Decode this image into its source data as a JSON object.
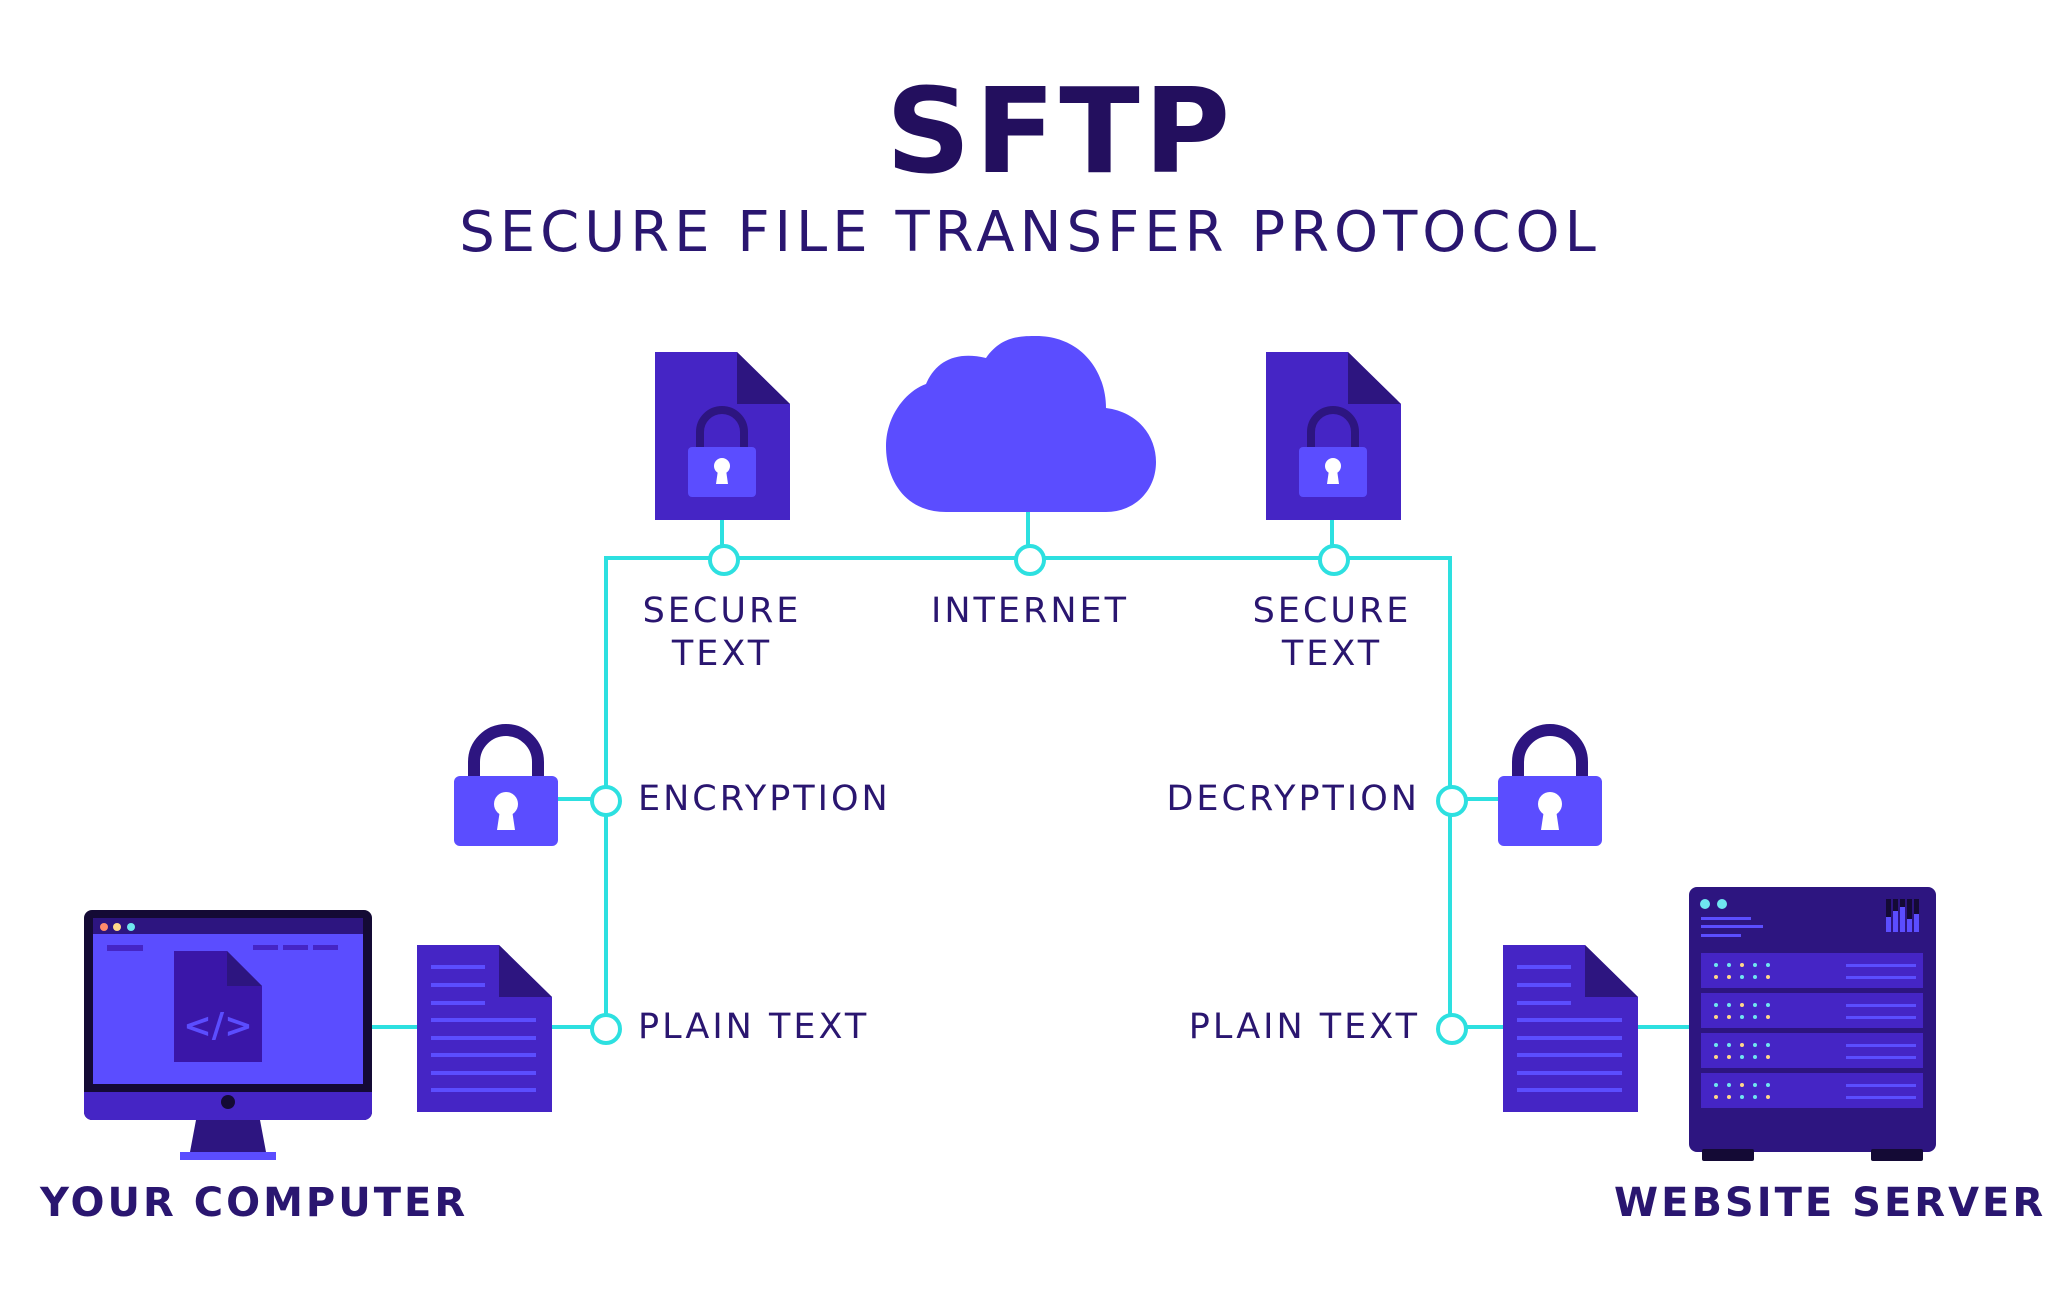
{
  "header": {
    "title": "SFTP",
    "subtitle": "SECURE FILE TRANSFER PROTOCOL"
  },
  "nodes": {
    "secure_text_left": {
      "line1": "SECURE",
      "line2": "TEXT",
      "icon": "locked-file-icon"
    },
    "internet": {
      "label": "INTERNET",
      "icon": "cloud-icon"
    },
    "secure_text_right": {
      "line1": "SECURE",
      "line2": "TEXT",
      "icon": "locked-file-icon"
    },
    "encryption": {
      "label": "ENCRYPTION",
      "icon": "padlock-icon"
    },
    "decryption": {
      "label": "DECRYPTION",
      "icon": "padlock-icon"
    },
    "plain_text_left": {
      "label": "PLAIN TEXT",
      "icon": "document-icon"
    },
    "plain_text_right": {
      "label": "PLAIN TEXT",
      "icon": "document-icon"
    }
  },
  "endpoints": {
    "client": {
      "label": "YOUR COMPUTER",
      "icon": "computer-icon",
      "screen_glyph": "</>"
    },
    "server": {
      "label": "WEBSITE SERVER",
      "icon": "server-icon"
    }
  },
  "colors": {
    "title": "#230f5e",
    "connector": "#2de0e0",
    "violet": "#5b4dff",
    "purple": "#4525c5",
    "dark_purple": "#2d1580"
  }
}
